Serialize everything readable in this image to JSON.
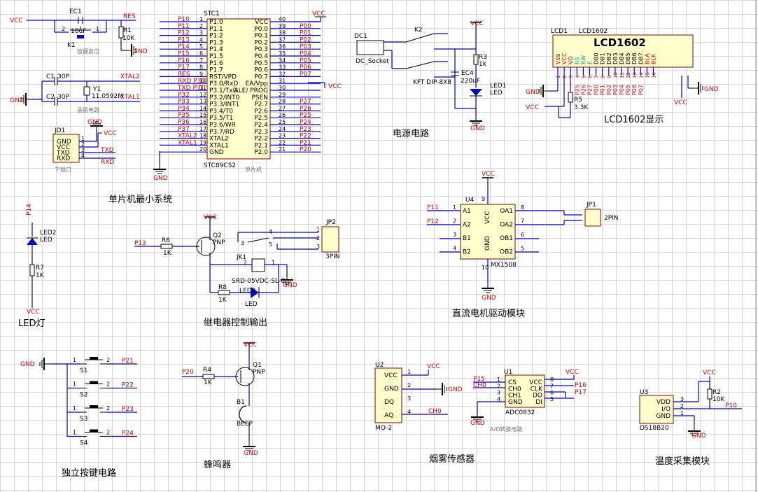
{
  "sections": {
    "mcu_min": "单片机最小系统",
    "power": "电源电路",
    "lcd": "LCD1602显示",
    "led": "LED灯",
    "relay": "继电器控制输出",
    "motor": "直流电机驱动模块",
    "keys": "独立按键电路",
    "buzzer": "蜂鸣器",
    "smoke": "烟雾传感器",
    "temp": "温度采集模块",
    "adc_sub": "A/D转换电路",
    "crystal_sub": "晶振电路",
    "reset_sub": "按键复位",
    "mcu_sub": "单片机",
    "download_sub": "下载口"
  },
  "nets": {
    "vcc": "VCC",
    "gnd": "GND",
    "res": "RES",
    "xtal1": "XTAL1",
    "xtal2": "XTAL2",
    "ch0": "CH0"
  },
  "mcu": {
    "ref": "STC1",
    "part": "STC89C52",
    "left_pins": [
      {
        "num": "1",
        "name": "P1.0",
        "net": "P10"
      },
      {
        "num": "2",
        "name": "P1.1",
        "net": "P11"
      },
      {
        "num": "3",
        "name": "P1.2",
        "net": "P12"
      },
      {
        "num": "4",
        "name": "P1.3",
        "net": "P13"
      },
      {
        "num": "5",
        "name": "P1.4",
        "net": "P14"
      },
      {
        "num": "6",
        "name": "P1.5",
        "net": "P15"
      },
      {
        "num": "7",
        "name": "P1.6",
        "net": "P16"
      },
      {
        "num": "8",
        "name": "P1.7",
        "net": "P17"
      },
      {
        "num": "9",
        "name": "RST/VPD",
        "net": "RES"
      },
      {
        "num": "10",
        "name": "P3.0/RxD",
        "net": "RXD P30"
      },
      {
        "num": "11",
        "name": "P3.1/TxD",
        "net": "TXD P31"
      },
      {
        "num": "12",
        "name": "P3.2/INT0",
        "net": "P32"
      },
      {
        "num": "13",
        "name": "P3.3/INT1",
        "net": "P33"
      },
      {
        "num": "14",
        "name": "P3.4/T0",
        "net": "P34"
      },
      {
        "num": "15",
        "name": "P3.5/T1",
        "net": "P35"
      },
      {
        "num": "16",
        "name": "P3.6/WR",
        "net": "P36"
      },
      {
        "num": "17",
        "name": "P3.7/RD",
        "net": "P37"
      },
      {
        "num": "18",
        "name": "XTAL2",
        "net": "XTAL2"
      },
      {
        "num": "19",
        "name": "XTAL1",
        "net": "XTAL1"
      },
      {
        "num": "20",
        "name": "GND",
        "net": ""
      }
    ],
    "right_pins": [
      {
        "num": "40",
        "name": "VCC",
        "net": "VCC"
      },
      {
        "num": "39",
        "name": "P0.0",
        "net": "P00"
      },
      {
        "num": "38",
        "name": "P0.1",
        "net": "P01"
      },
      {
        "num": "37",
        "name": "P0.2",
        "net": "P02"
      },
      {
        "num": "36",
        "name": "P0.3",
        "net": "P03"
      },
      {
        "num": "35",
        "name": "P0.4",
        "net": "P04"
      },
      {
        "num": "34",
        "name": "P0.5",
        "net": "P05"
      },
      {
        "num": "33",
        "name": "P0.6",
        "net": "P06"
      },
      {
        "num": "32",
        "name": "P0.7",
        "net": "P07"
      },
      {
        "num": "31",
        "name": "EA/Vpp",
        "net": "VCC"
      },
      {
        "num": "30",
        "name": "ALE/ PROG",
        "net": ""
      },
      {
        "num": "29",
        "name": "PSEN",
        "net": ""
      },
      {
        "num": "28",
        "name": "P2.7",
        "net": "P27"
      },
      {
        "num": "27",
        "name": "P2.6",
        "net": "P26"
      },
      {
        "num": "26",
        "name": "P2.5",
        "net": "P25"
      },
      {
        "num": "25",
        "name": "P2.4",
        "net": "P24"
      },
      {
        "num": "24",
        "name": "P2.3",
        "net": "P23"
      },
      {
        "num": "23",
        "name": "P2.2",
        "net": "P22"
      },
      {
        "num": "22",
        "name": "P2.1",
        "net": "P21"
      },
      {
        "num": "21",
        "name": "P2.0",
        "net": "P20"
      }
    ]
  },
  "reset": {
    "cap_ref": "EC1",
    "cap_val": "10uF",
    "res_ref": "R1",
    "res_val": "10K",
    "key_ref": "K1"
  },
  "crystal": {
    "c1": "C1",
    "c1_val": "30P",
    "c2": "C2",
    "c2_val": "30P",
    "xtal_ref": "Y1",
    "xtal_val": "11.0592M"
  },
  "download": {
    "ref": "JD1",
    "pins": [
      {
        "num": "1",
        "name": "GND",
        "net": ""
      },
      {
        "num": "2",
        "name": "VCC",
        "net": ""
      },
      {
        "num": "3",
        "name": "TXD",
        "net": "TXD"
      },
      {
        "num": "4",
        "name": "RXD",
        "net": "RXD"
      }
    ]
  },
  "power": {
    "dc_ref": "DC1",
    "dc_name": "DC_Socket",
    "sw_ref": "K2",
    "sw_name": "KFT DIP-8X8",
    "r_ref": "R3",
    "r_val": "1k",
    "cap_ref": "EC4",
    "cap_val": "220uF",
    "led_ref": "LED1",
    "led_name": "LED"
  },
  "lcd": {
    "ref": "LCD1",
    "part": "LCD1602",
    "title": "LCD1602",
    "pins": [
      {
        "num": "1",
        "name": "VSS",
        "net": ""
      },
      {
        "num": "2",
        "name": "VCC",
        "net": ""
      },
      {
        "num": "3",
        "name": "VO",
        "net": ""
      },
      {
        "num": "4",
        "name": "RS",
        "net": "P25"
      },
      {
        "num": "5",
        "name": "RW",
        "net": "P26"
      },
      {
        "num": "6",
        "name": "E",
        "net": "P27"
      },
      {
        "num": "7",
        "name": "DB0",
        "net": "P00"
      },
      {
        "num": "8",
        "name": "DB1",
        "net": "P01"
      },
      {
        "num": "9",
        "name": "DB2",
        "net": "P02"
      },
      {
        "num": "10",
        "name": "DB3",
        "net": "P03"
      },
      {
        "num": "11",
        "name": "DB4",
        "net": "P04"
      },
      {
        "num": "12",
        "name": "DB5",
        "net": "P05"
      },
      {
        "num": "13",
        "name": "DB6",
        "net": "P06"
      },
      {
        "num": "14",
        "name": "DB7",
        "net": "P07"
      },
      {
        "num": "15",
        "name": "BLA",
        "net": ""
      },
      {
        "num": "16",
        "name": "BLK",
        "net": ""
      }
    ],
    "r_ref": "R5",
    "r_val": "3.3K"
  },
  "led": {
    "net": "P14",
    "ref": "LED2",
    "name": "LED",
    "r_ref": "R7",
    "r_val": "1K"
  },
  "relay": {
    "in_net": "P13",
    "r_ref": "R6",
    "r_val": "1K",
    "q_ref": "Q2",
    "q_type": "PNP",
    "relay_ref": "JK1",
    "relay_part": "SRD-05VDC-SL-C",
    "r2_ref": "R8",
    "r2_val": "1K",
    "led_ref": "LED3",
    "led_name": "LED",
    "jp_ref": "JP2",
    "jp_name": "3PIN"
  },
  "motor": {
    "ref": "U4",
    "part": "MX1508",
    "vcc_pin": "9",
    "gnd_pin": "10",
    "in_a1": "P11",
    "in_a2": "P12",
    "pins": [
      {
        "num": "1",
        "name": "A1"
      },
      {
        "num": "2",
        "name": "A2"
      },
      {
        "num": "3",
        "name": "B1"
      },
      {
        "num": "4",
        "name": "B2"
      },
      {
        "num": "8",
        "name": "OA1"
      },
      {
        "num": "7",
        "name": "OA2"
      },
      {
        "num": "6",
        "name": "OB1"
      },
      {
        "num": "5",
        "name": "OB2"
      }
    ],
    "jp_ref": "JP1",
    "jp_name": "2PIN"
  },
  "keys": {
    "items": [
      {
        "ref": "S1",
        "net": "P21"
      },
      {
        "ref": "S2",
        "net": "P22"
      },
      {
        "ref": "S3",
        "net": "P23"
      },
      {
        "ref": "S4",
        "net": "P24"
      }
    ]
  },
  "buzzer": {
    "in_net": "P20",
    "r_ref": "R4",
    "r_val": "1K",
    "q_ref": "Q1",
    "q_type": "PNP",
    "bz_ref": "B1",
    "bz_name": "BEEP"
  },
  "smoke": {
    "ref": "U2",
    "part": "MQ-2",
    "pins": [
      {
        "num": "1",
        "name": "VCC"
      },
      {
        "num": "2",
        "name": "GND"
      },
      {
        "num": "3",
        "name": "DQ"
      },
      {
        "num": "4",
        "name": "AQ"
      }
    ]
  },
  "adc": {
    "ref": "U1",
    "part": "ADC0832",
    "in_net": "P15",
    "left": [
      {
        "num": "1",
        "name": "CS"
      },
      {
        "num": "2",
        "name": "CH0"
      },
      {
        "num": "3",
        "name": "CH1"
      },
      {
        "num": "4",
        "name": "GND"
      }
    ],
    "right": [
      {
        "num": "8",
        "name": "VCC"
      },
      {
        "num": "7",
        "name": "CLK"
      },
      {
        "num": "6",
        "name": "DO"
      },
      {
        "num": "5",
        "name": "DI"
      }
    ],
    "out_clk": "P16",
    "out_di": "P17"
  },
  "temp": {
    "ref": "U3",
    "part": "DS18B20",
    "pins": [
      {
        "num": "3",
        "name": "VDD"
      },
      {
        "num": "2",
        "name": "I/O"
      },
      {
        "num": "1",
        "name": "GND"
      }
    ],
    "r_ref": "R2",
    "r_val": "10K",
    "net": "P10"
  }
}
